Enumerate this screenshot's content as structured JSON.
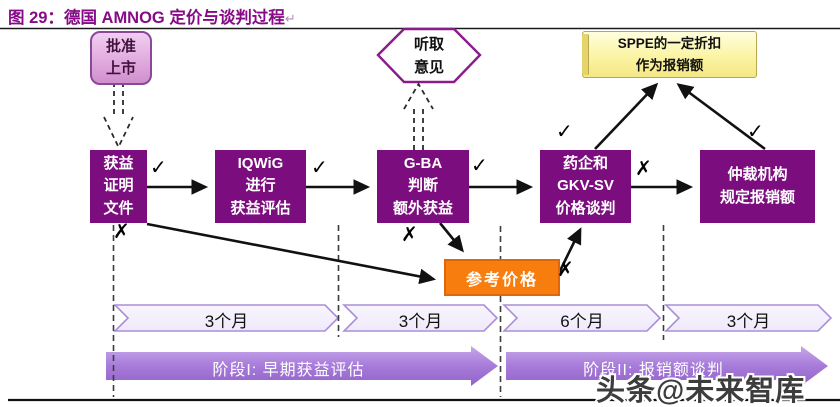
{
  "figure": {
    "label": "图 29：",
    "title": "德国 AMNOG 定价与谈判过程",
    "return_mark": "↵"
  },
  "nodes": {
    "approval": "批准\n上市",
    "hearing": "听取\n意见",
    "sppe_note": "SPPE的一定折扣\n作为报销额",
    "benefit_docs": "获益\n证明\n文件",
    "iqwig": "IQWiG\n进行\n获益评估",
    "gba": "G-BA\n判断\n额外获益",
    "pharma_gkv": "药企和\nGKV-SV\n价格谈判",
    "arbitration": "仲裁机构\n规定报销额",
    "reference_price": "参考价格"
  },
  "marks": {
    "check": "✓",
    "cross": "✗"
  },
  "timeline": {
    "periods": [
      "3个月",
      "3个月",
      "6个月",
      "3个月"
    ]
  },
  "phases": [
    "阶段I: 早期获益评估",
    "阶段II: 报销额谈判"
  ],
  "watermark": "头条@未来智库",
  "colors": {
    "title_purple": "#860B86",
    "node_purple": "#7B0D7E",
    "reference_orange": "#F87D0F",
    "approval_pink": "#DEA5DB",
    "note_yellow": "#FBF4A4",
    "phase_arrow_purple": "#A77BD9",
    "chevron_border_purple": "#A98FD9"
  }
}
